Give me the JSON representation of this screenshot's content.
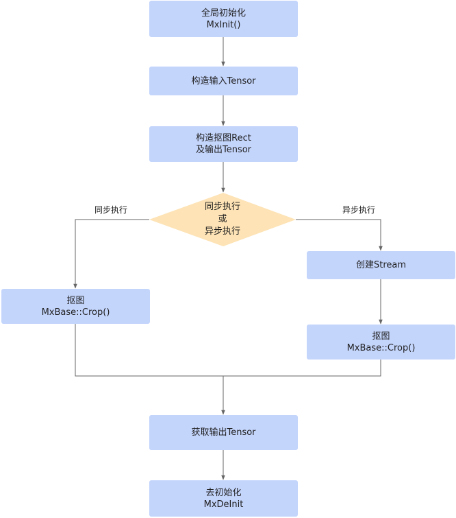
{
  "nodes": {
    "init": {
      "line1": "全局初始化",
      "line2": "MxInit()"
    },
    "input_tensor": {
      "line1": "构造输入Tensor"
    },
    "rect_output": {
      "line1": "构造抠图Rect",
      "line2": "及输出Tensor"
    },
    "decision": {
      "line1": "同步执行",
      "line2": "或",
      "line3": "异步执行"
    },
    "crop_sync": {
      "line1": "抠图",
      "line2": "MxBase::Crop()"
    },
    "create_stream": {
      "line1": "创建Stream"
    },
    "crop_async": {
      "line1": "抠图",
      "line2": "MxBase::Crop()"
    },
    "get_output": {
      "line1": "获取输出Tensor"
    },
    "deinit": {
      "line1": "去初始化",
      "line2": "MxDeInit"
    }
  },
  "edges": {
    "sync_label": "同步执行",
    "async_label": "异步执行"
  },
  "colors": {
    "process_fill": "#c4d5fc",
    "decision_fill": "#fde3b5",
    "line": "#666666"
  }
}
